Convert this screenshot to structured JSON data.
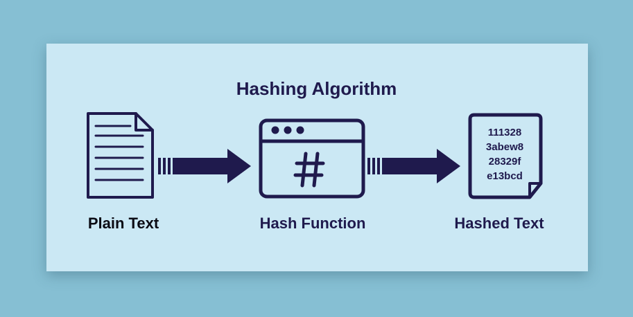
{
  "title": "Hashing Algorithm",
  "nodes": {
    "plain": {
      "label": "Plain Text",
      "icon": "document-icon"
    },
    "function": {
      "label": "Hash Function",
      "icon": "browser-window-hash-icon",
      "symbol": "#"
    },
    "hashed": {
      "label": "Hashed Text",
      "icon": "hashed-document-icon",
      "lines": [
        "111328",
        "3abew8",
        "28329f",
        "e13bcd"
      ]
    }
  },
  "colors": {
    "outer_background": "#86bfd3",
    "card_background": "#cbe8f4",
    "ink": "#1f1a4d"
  }
}
